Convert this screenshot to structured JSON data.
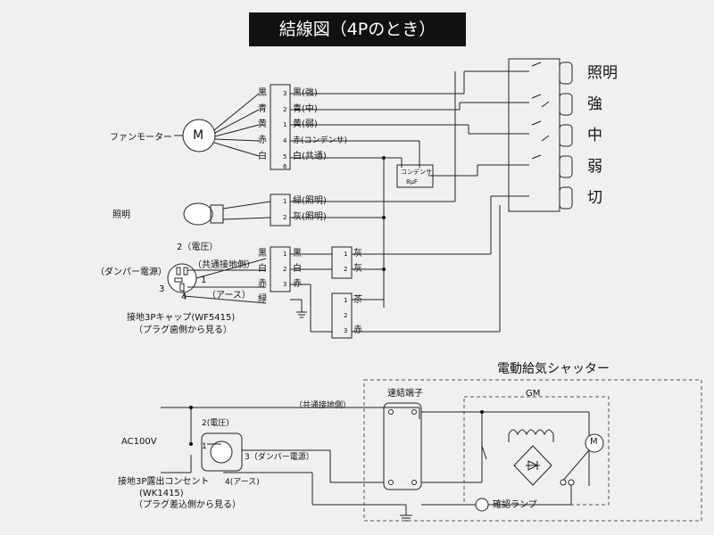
{
  "title": "結線図（4Pのとき）",
  "switch_labels": [
    "照明",
    "強",
    "中",
    "弱",
    "切"
  ],
  "fan_motor": {
    "label": "ファンモーター",
    "symbol": "M"
  },
  "motor_wires": {
    "left": [
      "黒",
      "青",
      "黄",
      "赤",
      "白"
    ],
    "nums": [
      "3",
      "2",
      "1",
      "4",
      "5",
      "6"
    ],
    "right": [
      "黒(強)",
      "青(中)",
      "黄(弱)",
      "赤(コンデンサ)",
      "白(共通)"
    ]
  },
  "capacitor": {
    "label": "コンデンサ",
    "value": "8μF"
  },
  "light": {
    "label": "照明",
    "nums": [
      "1",
      "2"
    ],
    "right": [
      "緑(照明)",
      "灰(照明)"
    ]
  },
  "damper": {
    "left": [
      "黒",
      "白",
      "赤",
      "緑"
    ],
    "nums": [
      "1",
      "2",
      "3"
    ],
    "right": [
      "黒",
      "白",
      "赤"
    ],
    "relay1_nums": [
      "1",
      "2"
    ],
    "relay1_labels": [
      "灰",
      "灰"
    ],
    "relay2_nums": [
      "1",
      "2",
      "3"
    ],
    "relay2_labels": [
      "茶",
      "赤"
    ]
  },
  "plug_cap": {
    "pin2": "2（電圧）",
    "common": "（共通接地側）",
    "pin1": "1",
    "power": "（ダンパー電源）",
    "pin3": "3",
    "pin4": "4",
    "earth": "（アース）",
    "name": "接地3Pキャップ(WF5415)",
    "note": "（プラグ歯側から見る）"
  },
  "shutter": {
    "title": "電動給気シャッター",
    "terminal": "速結端子",
    "gm": "GM",
    "motor_symbol": "M",
    "lamp": "確認ランプ"
  },
  "outlet": {
    "common": "（共通接地側）",
    "ac": "AC100V",
    "pin2": "2(電圧)",
    "pin1": "1",
    "pin3": "3（ダンパー電源）",
    "pin4": "4(アース)",
    "name": "接地3P露出コンセント",
    "model": "(WK1415)",
    "note": "（プラグ差込側から見る）"
  }
}
